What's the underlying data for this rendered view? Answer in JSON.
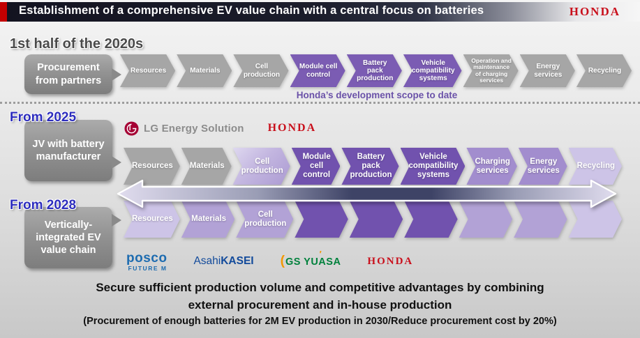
{
  "title_bar": {
    "title": "Establishment of a comprehensive EV value chain with a central focus on batteries",
    "brand": "HONDA"
  },
  "colors": {
    "accent_red": "#c40000",
    "honda_red": "#c9101c",
    "chevron_gray": "#a6a6a6",
    "chevron_purple": "#7b5cb3",
    "chevron_dark_purple": "#7152ae",
    "chevron_medium_purple": "#a28dce",
    "chevron_light_purple": "#b2a2d6",
    "chevron_extra_light_purple": "#cdc4e7",
    "heading_blue": "#2d2dbd",
    "scope_caption_purple": "#6a51a8"
  },
  "sections": {
    "phase1": {
      "heading": "1st half of the 2020s",
      "box_label": "Procurement from partners",
      "caption": "Honda’s development scope to date"
    },
    "phase2": {
      "heading": "From 2025",
      "box_label": "JV with battery manufacturer",
      "partners": {
        "lg": "LG Energy Solution",
        "honda": "HONDA"
      }
    },
    "phase3": {
      "heading": "From 2028",
      "box_label": "Vertically-integrated EV value chain",
      "partners": {
        "posco_main": "posco",
        "posco_sub": "FUTURE M",
        "asahi_a": "Asahi",
        "asahi_b": "KASEI",
        "gs_paren": "(",
        "gs_text": "GS YUASA",
        "honda": "HONDA"
      }
    }
  },
  "value_chain": {
    "rows": [
      {
        "name": "first-half-2020s",
        "chevrons": [
          {
            "label": "Resources",
            "style": "c-gray"
          },
          {
            "label": "Materials",
            "style": "c-gray"
          },
          {
            "label": "Cell production",
            "style": "c-gray"
          },
          {
            "label": "Module cell control",
            "style": "c-purple"
          },
          {
            "label": "Battery pack production",
            "style": "c-purple"
          },
          {
            "label": "Vehicle compatibility systems",
            "style": "c-purple"
          },
          {
            "label": "Operation and maintenance of charging services",
            "style": "c-gray"
          },
          {
            "label": "Energy services",
            "style": "c-gray"
          },
          {
            "label": "Recycling",
            "style": "c-gray"
          }
        ]
      },
      {
        "name": "from-2025",
        "chevrons": [
          {
            "label": "Resources",
            "style": "c-gray"
          },
          {
            "label": "Materials",
            "style": "c-gray"
          },
          {
            "label": "Cell production",
            "style": "c-grad"
          },
          {
            "label": "Module cell control",
            "style": "c-dark"
          },
          {
            "label": "Battery pack production",
            "style": "c-dark"
          },
          {
            "label": "Vehicle compatibility systems",
            "style": "c-dark"
          },
          {
            "label": "Charging services",
            "style": "c-medium"
          },
          {
            "label": "Energy services",
            "style": "c-medium"
          },
          {
            "label": "Recycling",
            "style": "c-xlight"
          }
        ]
      },
      {
        "name": "from-2028",
        "chevrons": [
          {
            "label": "Resources",
            "style": "c-xlight"
          },
          {
            "label": "Materials",
            "style": "c-light"
          },
          {
            "label": "Cell production",
            "style": "c-light"
          },
          {
            "label": "",
            "style": "c-dark"
          },
          {
            "label": "",
            "style": "c-dark"
          },
          {
            "label": "",
            "style": "c-dark"
          },
          {
            "label": "",
            "style": "c-light"
          },
          {
            "label": "",
            "style": "c-light"
          },
          {
            "label": "",
            "style": "c-xlight"
          }
        ]
      }
    ]
  },
  "footer": {
    "line1": "Secure sufficient production volume and competitive advantages by combining",
    "line2": "external procurement and in-house production",
    "line3": "(Procurement of enough batteries for 2M EV production in 2030/Reduce procurement cost by 20%)"
  }
}
